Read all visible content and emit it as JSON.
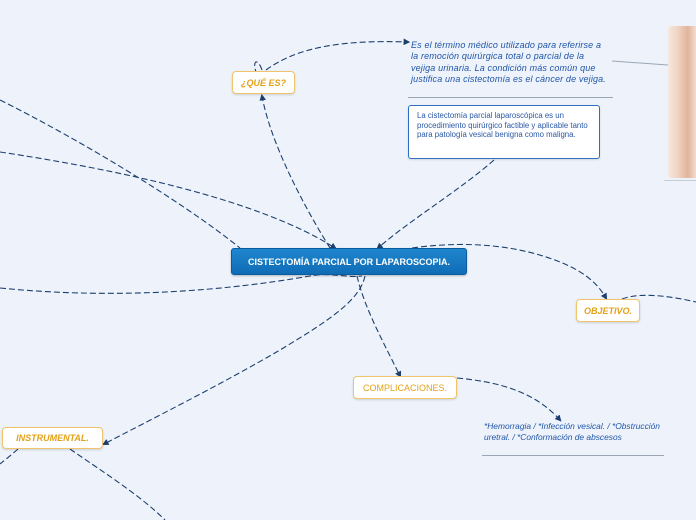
{
  "central": {
    "label": "CISTECTOMÍA PARCIAL POR LAPAROSCOPIA."
  },
  "topics": {
    "que_es": "¿QUÉ ES?",
    "objetivo": "OBJETIVO.",
    "complicaciones": "COMPLICACIONES.",
    "instrumental": "INSTRUMENTAL."
  },
  "notes": {
    "definicion": "Es el término médico utilizado para referirse a la remoción quirúrgica total o parcial de la vejiga urinaria. La condición más común que justifica una cistectomía es el cáncer de vejiga.",
    "laparoscopica": "La cistectomía parcial laparoscópica es un procedimiento quirúrgico factible y aplicable tanto para patología vesical benigna como maligna.",
    "complicaciones_lista": "*Hemorragia / *Infección vesical. / *Obstrucción uretral. / *Conformación de abscesos"
  },
  "colors": {
    "central_fill": "#1778c2",
    "topic_border": "#f0c46a",
    "topic_text": "#e3a21a",
    "note_text": "#1f55a8",
    "connector": "#1c3f6e",
    "background": "#eef3fb"
  }
}
